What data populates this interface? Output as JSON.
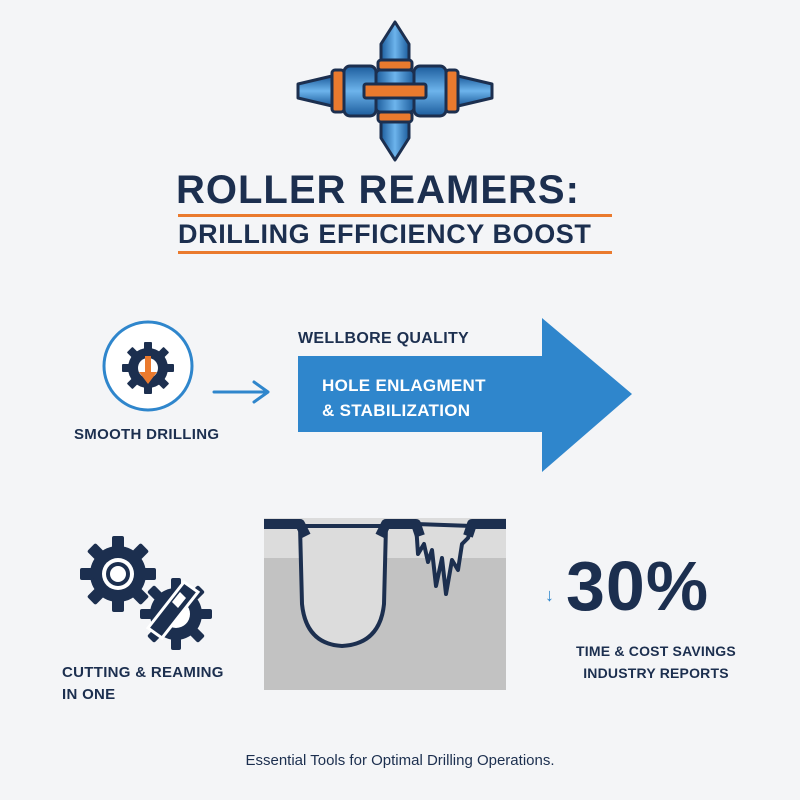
{
  "header": {
    "title": "ROLLER REAMERS:",
    "subtitle": "DRILLING EFFICIENCY BOOST"
  },
  "features": {
    "smooth_drilling": {
      "label": "SMOOTH DRILLING",
      "icon": "gear-arrow-icon"
    },
    "wellbore": {
      "label": "WELLBORE QUALITY",
      "line1": "HOLE ENLAGMENT",
      "line2": "& STABILIZATION"
    },
    "cutting": {
      "line1": "CUTTING & REAMING",
      "line2": "IN ONE",
      "icon": "gears-icon"
    }
  },
  "stat": {
    "value": "30%",
    "arrow": "↓",
    "line1": "TIME & COST SAVINGS",
    "line2": "INDUSTRY REPORTS"
  },
  "footer": "Essential Tools for Optimal Drilling Operations.",
  "colors": {
    "navy": "#1c2f4f",
    "blue": "#2f86cc",
    "orange": "#ea7a2e",
    "gray": "#c4c4c4",
    "background": "#f4f5f7"
  }
}
